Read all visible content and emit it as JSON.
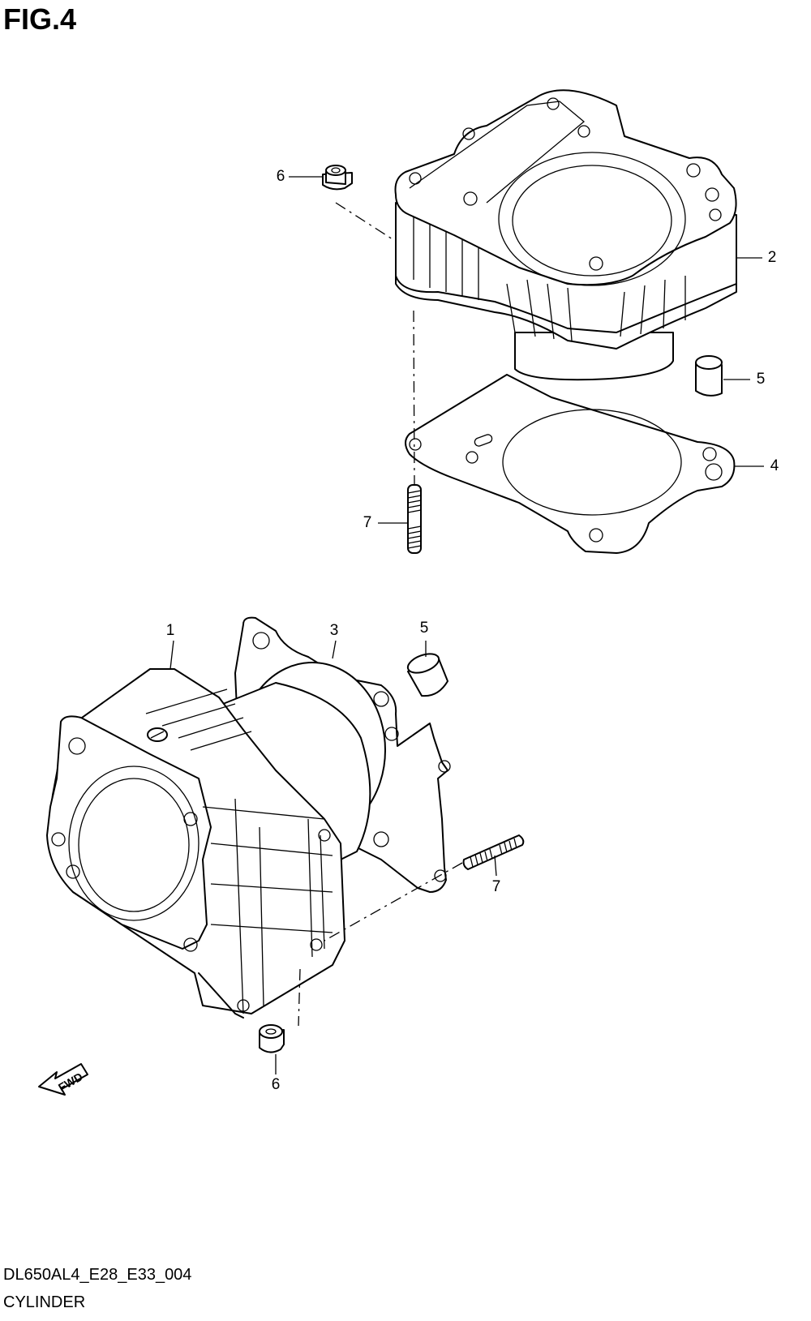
{
  "figure": {
    "title": "FIG.4",
    "diagram_code": "DL650AL4_E28_E33_004",
    "diagram_name": "CYLINDER",
    "direction_badge": "FWD"
  },
  "callouts": {
    "c1": "1",
    "c2": "2",
    "c3": "3",
    "c4": "4",
    "c5_top": "5",
    "c5_bottom": "5",
    "c6_top": "6",
    "c6_bottom": "6",
    "c7_top": "7",
    "c7_bottom": "7"
  }
}
